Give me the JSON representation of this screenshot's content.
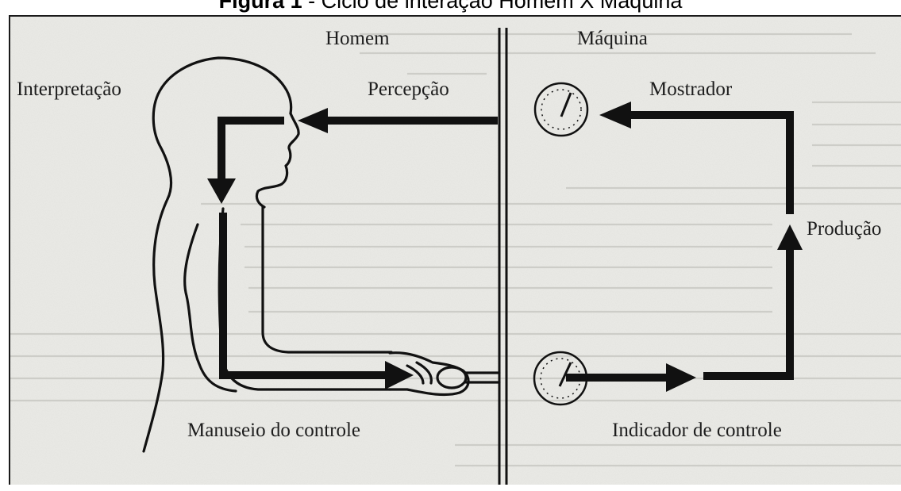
{
  "caption": {
    "label": "Figura 1",
    "separator": " - ",
    "text": "Ciclo de interação Homem X Máquina"
  },
  "diagram": {
    "side_human": "Homem",
    "side_machine": "Máquina",
    "interpretation": "Interpretação",
    "perception": "Percepção",
    "display": "Mostrador",
    "production": "Produção",
    "control_handling": "Manuseio do controle",
    "control_indicator": "Indicador de controle"
  }
}
